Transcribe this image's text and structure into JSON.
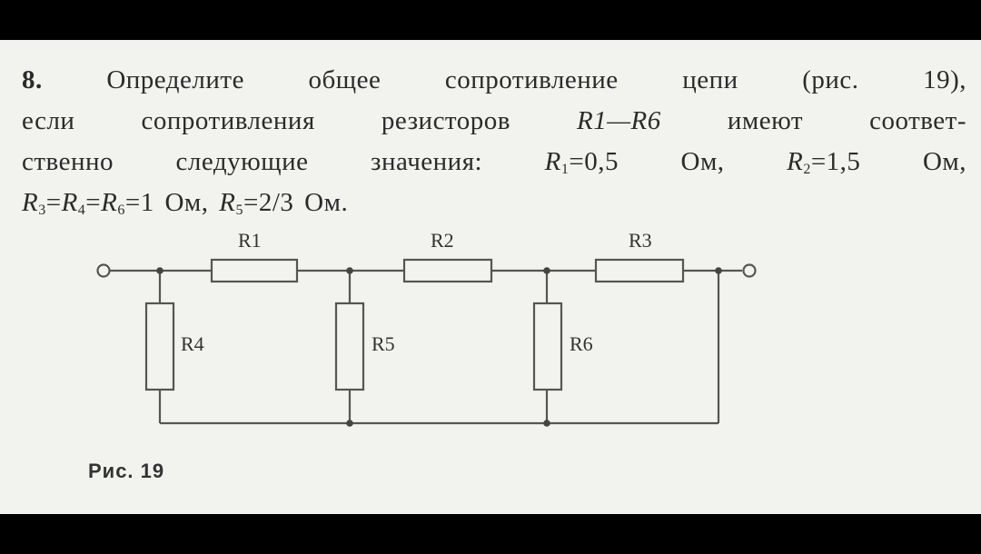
{
  "problem": {
    "number": "8.",
    "line1": "Определите общее сопротивление цепи (рис. 19),",
    "line2_pre": "если сопротивления резисторов ",
    "line2_range": "R1—R6",
    "line2_post": " имеют соответ-",
    "line3_pre": "ственно следующие значения: ",
    "r1_sym": "R",
    "r1_sub": "1",
    "r1_val": "=0,5 Ом, ",
    "r2_sym": "R",
    "r2_sub": "2",
    "r2_val": "=1,5 Ом,",
    "r3_sym": "R",
    "r3_sub": "3",
    "eq1": "=",
    "r4_sym": "R",
    "r4_sub": "4",
    "eq2": "=",
    "r6_sym": "R",
    "r6_sub": "6",
    "r346_val": "=1 Ом, ",
    "r5_sym": "R",
    "r5_sub": "5",
    "r5_val": "=2/3 Ом."
  },
  "circuit": {
    "resistors": [
      "R1",
      "R2",
      "R3",
      "R4",
      "R5",
      "R6"
    ]
  },
  "caption": "Рис. 19"
}
